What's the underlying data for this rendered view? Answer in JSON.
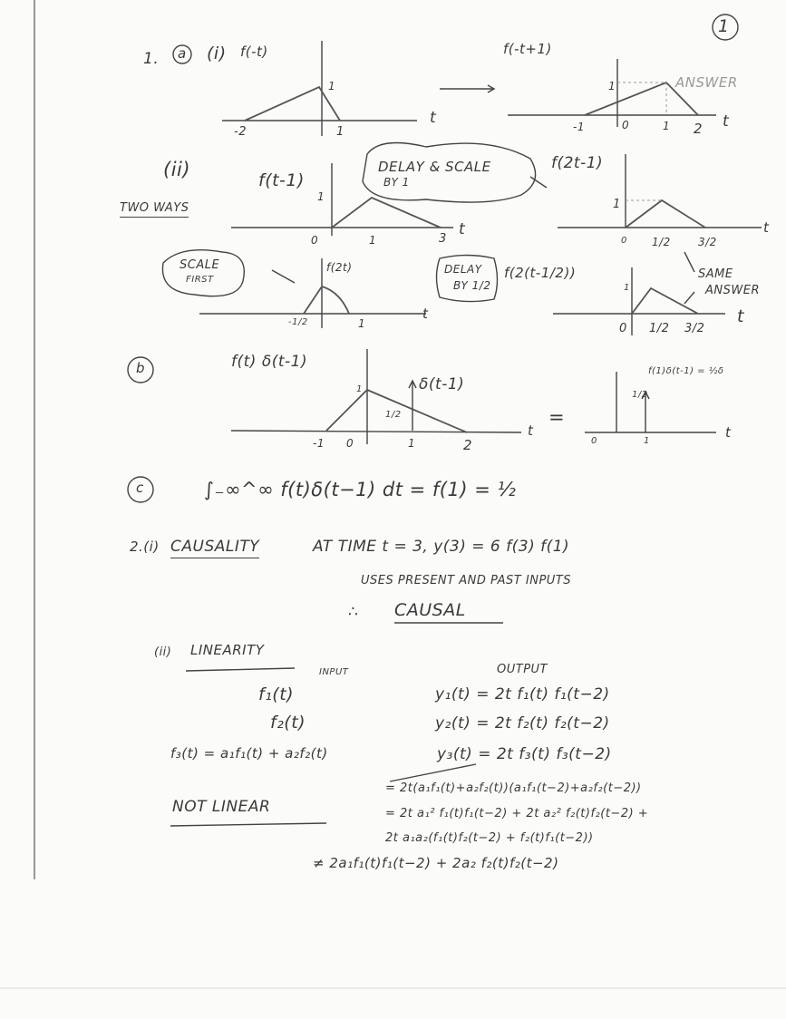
{
  "page_number": "1",
  "q1": {
    "label": "1.",
    "part_a": "a",
    "sub_i": "(i)",
    "g1": {
      "title": "f(-t)",
      "ticks": [
        "-2",
        "1"
      ],
      "peak": "1",
      "axis": "t"
    },
    "g2": {
      "title": "f(-t+1)",
      "ticks": [
        "-1",
        "0",
        "1",
        "2"
      ],
      "peak": "1",
      "axis": "t",
      "note": "ANSWER"
    },
    "sub_ii": "(ii)",
    "two_ways": "TWO WAYS",
    "g3": {
      "title": "f(t-1)",
      "ticks": [
        "0",
        "1",
        "3"
      ],
      "peak": "1",
      "axis": "t"
    },
    "bubble1": {
      "line1": "DELAY & SCALE",
      "line2": "BY 1"
    },
    "g4": {
      "title": "f(2t-1)",
      "ticks": [
        "0",
        "1/2",
        "3/2"
      ],
      "peak": "1",
      "axis": "t"
    },
    "bubble2": {
      "line1": "SCALE",
      "line2": "FIRST"
    },
    "g5": {
      "title": "f(2t)",
      "ticks": [
        "-1/2",
        "1"
      ],
      "axis": "t"
    },
    "bubble3": {
      "line1": "DELAY",
      "line2": "BY 1/2"
    },
    "g6": {
      "title": "f(2(t-1/2))",
      "ticks": [
        "0",
        "1/2",
        "3/2"
      ],
      "peak": "1",
      "axis": "t"
    },
    "same_answer": {
      "line1": "SAME",
      "line2": "ANSWER"
    },
    "part_b": "b",
    "g7": {
      "title": "f(t) δ(t-1)",
      "ticks": [
        "-1",
        "0",
        "1",
        "2"
      ],
      "peak": "1",
      "impulse_label": "δ(t-1)",
      "half": "1/2",
      "axis": "t"
    },
    "equals": "=",
    "g8": {
      "title": "f(1)δ(t-1) = ½δ",
      "ticks": [
        "0",
        "1"
      ],
      "impulse_label": "1/2",
      "axis": "t"
    },
    "part_c": "c",
    "integral": "∫₋∞^∞ f(t)δ(t−1) dt = f(1) = ½"
  },
  "q2": {
    "label": "2.(i)",
    "causality": "CAUSALITY",
    "causality_text": "AT TIME  t = 3,    y(3) = 6 f(3) f(1)",
    "uses": "USES PRESENT AND PAST INPUTS",
    "therefore": "∴",
    "causal": "CAUSAL",
    "sub_ii": "(ii)",
    "linearity": "LINEARITY",
    "input_header": "INPUT",
    "output_header": "OUTPUT",
    "rows": [
      {
        "input": "f₁(t)",
        "output": "y₁(t) = 2t f₁(t) f₁(t−2)"
      },
      {
        "input": "f₂(t)",
        "output": "y₂(t) = 2t f₂(t) f₂(t−2)"
      },
      {
        "input": "f₃(t) = a₁f₁(t) + a₂f₂(t)",
        "output": "y₃(t) = 2t f₃(t) f₃(t−2)"
      }
    ],
    "not_linear": "NOT LINEAR",
    "expansion": [
      "= 2t(a₁f₁(t)+a₂f₂(t))(a₁f₁(t−2)+a₂f₂(t−2))",
      "= 2t a₁² f₁(t)f₁(t−2) + 2t a₂² f₂(t)f₂(t−2) +",
      "2t a₁a₂(f₁(t)f₂(t−2) + f₂(t)f₁(t−2))",
      "≠  2a₁f₁(t)f₁(t−2) + 2a₂ f₂(t)f₂(t−2)"
    ]
  }
}
